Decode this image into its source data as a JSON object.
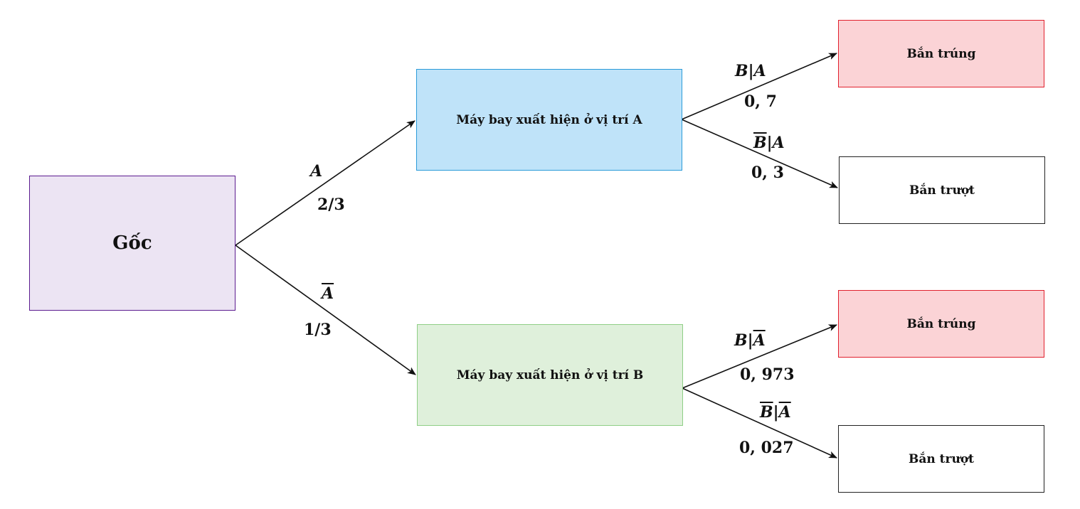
{
  "nodes": {
    "root": "Gốc",
    "plane_a": "Máy bay xuất hiện ở vị trí A",
    "plane_b": "Máy bay xuất hiện ở vị trí B",
    "leaf_a_hit": "Bắn trúng",
    "leaf_a_miss": "Bắn trượt",
    "leaf_b_hit": "Bắn trúng",
    "leaf_b_miss": "Bắn trượt"
  },
  "edges": {
    "root_a": {
      "event": "A",
      "prob": "2/3"
    },
    "root_abar": {
      "event_prefix": "",
      "event_bar": "A",
      "prob": "1/3"
    },
    "a_hit": {
      "event": "B|A",
      "prob": "0, 7"
    },
    "a_miss": {
      "event_bar": "B",
      "event_rest": "|A",
      "prob": "0, 3"
    },
    "abar_hit": {
      "event_pre": "B|",
      "event_bar": "A",
      "prob": "0, 973"
    },
    "abar_miss": {
      "event_bar1": "B",
      "event_mid": "|",
      "event_bar2": "A",
      "prob": "0, 027"
    }
  },
  "colors": {
    "root_fill": "#ece4f3",
    "root_border": "#5b1b8f",
    "a_fill": "#bfe3f9",
    "a_border": "#2b9bd9",
    "b_fill": "#dff0db",
    "b_border": "#8fcf86",
    "hit_fill": "#fbd3d6",
    "hit_border": "#e1202d",
    "miss_border": "#222222"
  }
}
